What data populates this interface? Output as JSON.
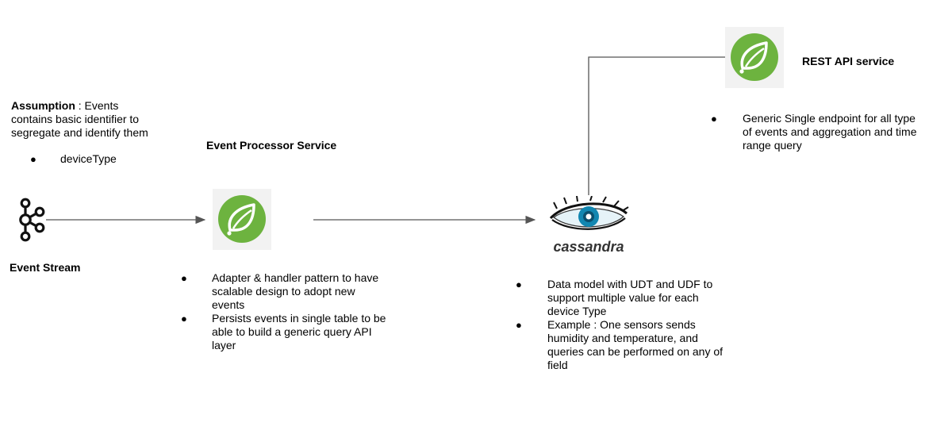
{
  "assumption": {
    "title": "Assumption",
    "text": " : Events contains basic identifier to segregate and identify them",
    "items": [
      "deviceType"
    ]
  },
  "event_stream": {
    "label": "Event Stream",
    "icon": "kafka-icon"
  },
  "event_processor": {
    "title": "Event Processor Service",
    "icon": "spring-leaf-icon",
    "items": [
      "Adapter & handler pattern to have scalable design to adopt new events",
      "Persists events in single table to be able to build a generic query API layer"
    ]
  },
  "cassandra": {
    "logo_text": "cassandra",
    "icon": "cassandra-eye-icon",
    "items": [
      "Data model with UDT and UDF to support multiple value for each device Type",
      "Example : One sensors sends humidity and temperature, and queries can be performed on any of field"
    ]
  },
  "rest_api": {
    "title": "REST API service",
    "icon": "spring-leaf-icon",
    "items": [
      "Generic Single endpoint for all type of events and aggregation and time range query"
    ]
  },
  "colors": {
    "spring_green": "#6db33f",
    "cassandra_blue": "#1287b1",
    "box_bg": "#f2f2f2",
    "arrow": "#555555"
  }
}
